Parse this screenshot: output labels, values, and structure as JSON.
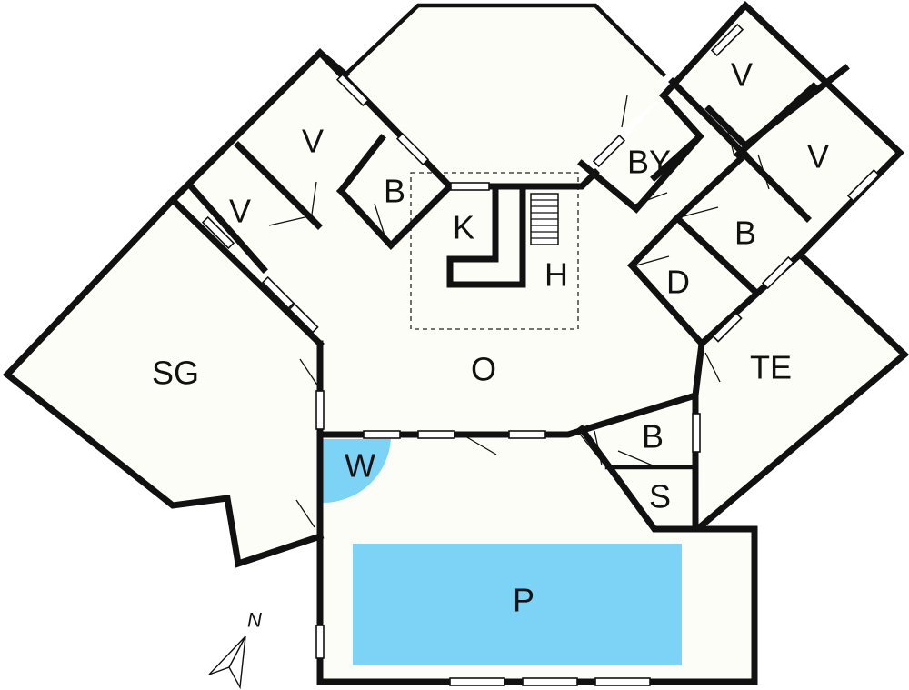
{
  "colors": {
    "wall": "#111111",
    "floor": "#fdfdf7",
    "pool": "#7dd3f5",
    "whirlpool": "#7dd3f5"
  },
  "rooms": {
    "sg": "SG",
    "o": "O",
    "te": "TE",
    "k": "K",
    "h": "H",
    "w": "W",
    "p": "P",
    "v_left_lower": "V",
    "v_left_upper": "V",
    "b_left": "B",
    "by": "BY",
    "v_right_upper": "V",
    "v_right_lower": "V",
    "b_right": "B",
    "d": "D",
    "b_center": "B",
    "s": "S"
  },
  "compass": {
    "label": "N",
    "icon": "north-arrow-icon"
  }
}
